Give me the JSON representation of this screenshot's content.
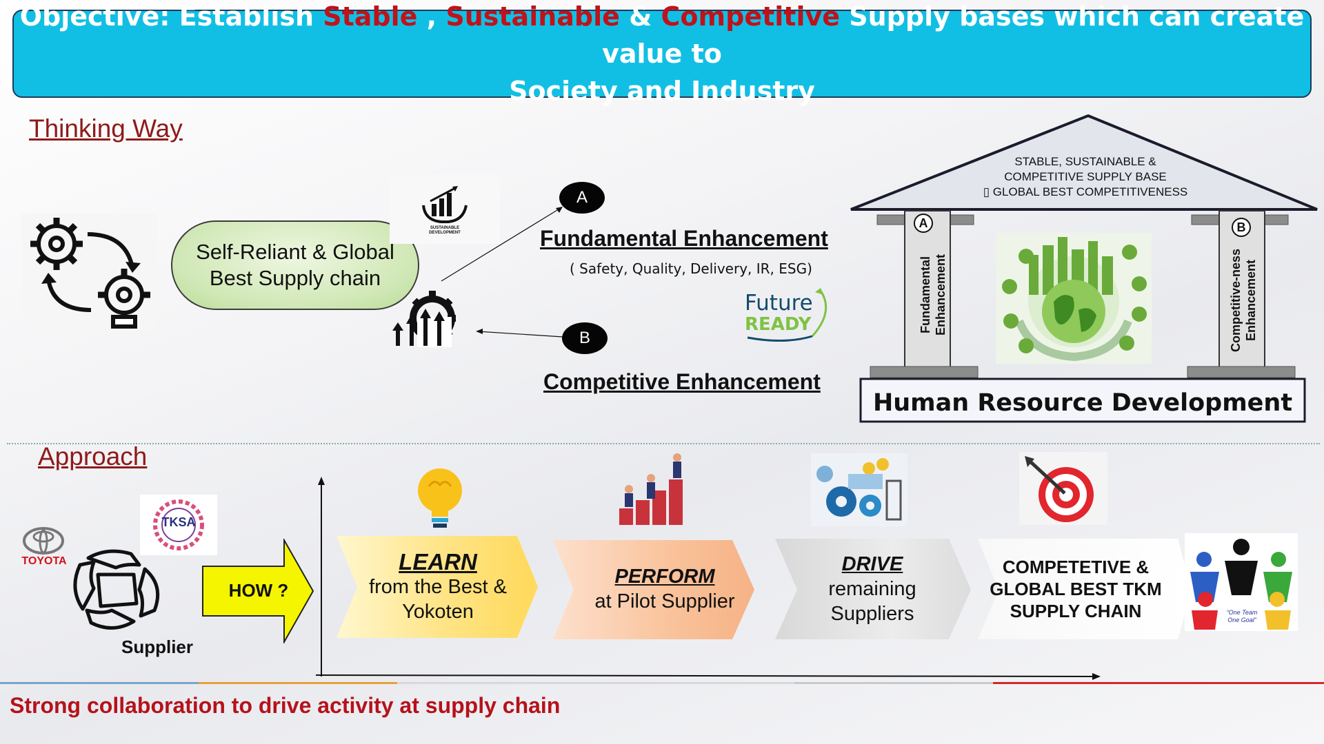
{
  "banner": {
    "prefix": "Objective: Establish ",
    "stable": "Stable",
    "sep1": " , ",
    "sustainable": "Sustainable",
    "sep2": " & ",
    "competitive": "Competitive",
    "suffix": " Supply bases which can create value to",
    "line2": "Society and Industry"
  },
  "thinking": {
    "title": "Thinking Way",
    "pill_line1": "Self-Reliant & Global",
    "pill_line2": "Best Supply chain",
    "sd_logo_text1": "SUSTAINABLE",
    "sd_logo_text2": "DEVELOPMENT",
    "badge_a": "A",
    "badge_b": "B",
    "fundamental_title": "Fundamental Enhancement",
    "fundamental_sub": "( Safety, Quality, Delivery, IR, ESG)",
    "competitive_title": "Competitive Enhancement",
    "future_word": "Future",
    "ready_word": "READY"
  },
  "house": {
    "roof_line1": "STABLE, SUSTAINABLE &",
    "roof_line2": "COMPETITIVE SUPPLY BASE",
    "roof_line3": "▯ GLOBAL BEST COMPETITIVENESS",
    "pillar_a_badge": "A",
    "pillar_a_line1": "Fundamental",
    "pillar_a_line2": "Enhancement",
    "pillar_b_badge": "B",
    "pillar_b_line1": "Competitive-ness",
    "pillar_b_line2": "Enhancement",
    "base": "Human Resource Development"
  },
  "approach": {
    "title": "Approach",
    "tksa": "TKSA",
    "toyota": "TOYOTA",
    "supplier": "Supplier",
    "how": "HOW ?",
    "step1_head": "LEARN",
    "step1_l1": "from the Best &",
    "step1_l2": "Yokoten",
    "step2_head": "PERFORM",
    "step2_l1": "at Pilot Supplier",
    "step3_head": "DRIVE ",
    "step3_l1": "remaining",
    "step3_l2": "Suppliers",
    "goal_l1": "COMPETETIVE &",
    "goal_l2": "GLOBAL BEST TKM",
    "goal_l3": "SUPPLY CHAIN",
    "team_l1": "“One Team",
    "team_l2": "One Goal”"
  },
  "footer": {
    "text": "Strong collaboration to drive activity at supply chain"
  },
  "colors": {
    "banner": "#12bfe4",
    "accent_red": "#c0121a",
    "section_title": "#8e1a1a",
    "footer_text": "#b5121b",
    "how_arrow": "#f5f500"
  }
}
